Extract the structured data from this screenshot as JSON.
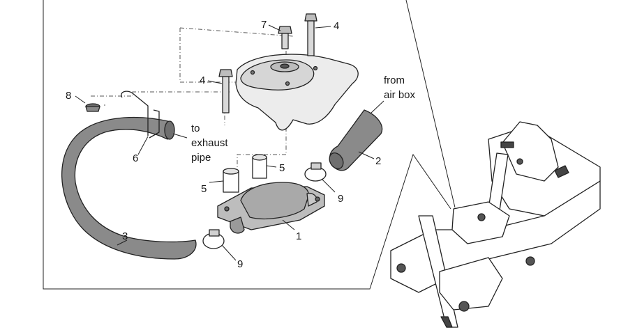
{
  "callouts": {
    "c1": "1",
    "c2": "2",
    "c3": "3",
    "c4a": "4",
    "c4b": "4",
    "c5a": "5",
    "c5b": "5",
    "c6": "6",
    "c7": "7",
    "c8": "8",
    "c9a": "9",
    "c9b": "9"
  },
  "notes": {
    "to_line1": "to",
    "to_line2": "exhaust",
    "to_line3": "pipe",
    "from_line1": "from",
    "from_line2": "air box"
  },
  "colors": {
    "hose": "#8a8a8a",
    "hose_dark": "#6f6f6f",
    "part": "#bdbdbd",
    "part_light": "#e9e9e9",
    "frame": "#ffffff"
  }
}
